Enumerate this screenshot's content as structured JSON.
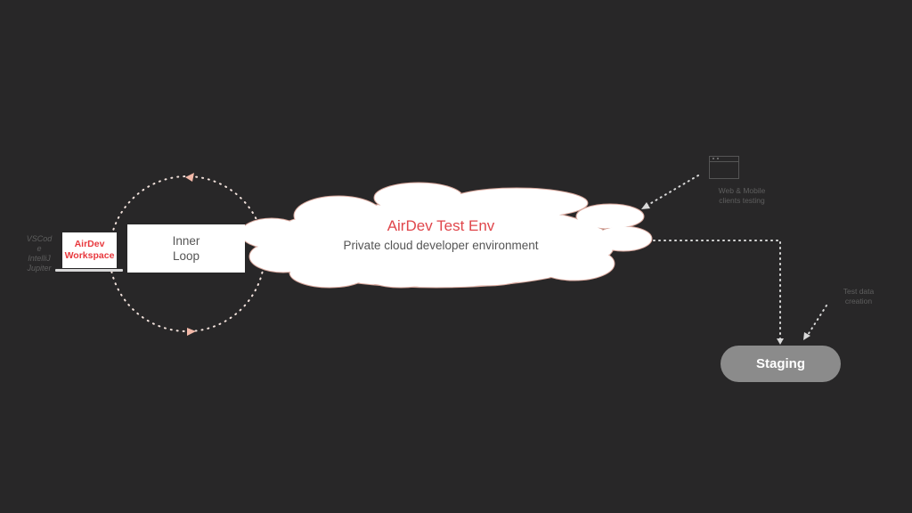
{
  "workspace": {
    "line1": "AirDev",
    "line2": "Workspace"
  },
  "tools": {
    "line1": "VSCod",
    "line2": "e",
    "line3": "IntelliJ",
    "line4": "Jupiter"
  },
  "inner_loop": {
    "line1": "Inner",
    "line2": "Loop"
  },
  "cloud": {
    "title": "AirDev Test Env",
    "subtitle": "Private cloud developer environment"
  },
  "web_mobile": {
    "line1": "Web & Mobile",
    "line2": "clients testing"
  },
  "test_data": {
    "line1": "Test data",
    "line2": "creation"
  },
  "staging": {
    "label": "Staging"
  },
  "colors": {
    "background": "#282728",
    "accent_red": "#e8383d",
    "cloud_outline": "#d8a79c",
    "loop_arrow": "#f2b8a8",
    "connector_dots": "#d9d9d9",
    "staging_fill": "#8b8b8b"
  },
  "icons": {
    "client_app": "app-window-icon"
  }
}
